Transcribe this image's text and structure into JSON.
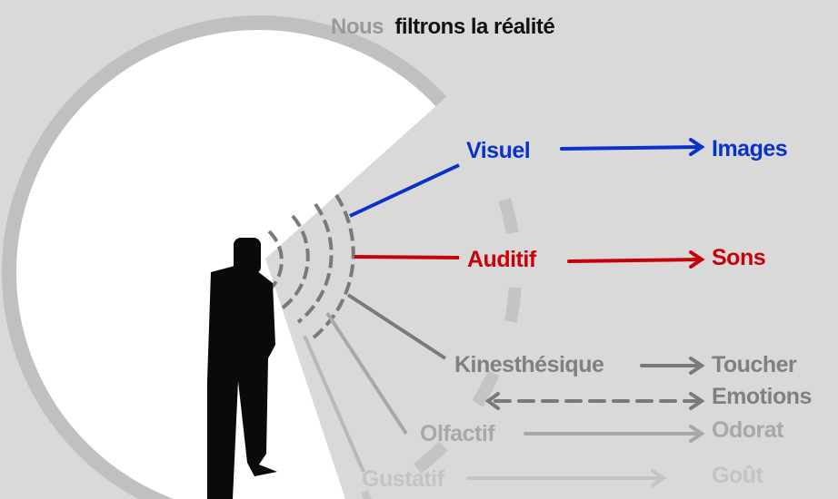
{
  "title": {
    "part1": "Nous",
    "part2": "filtrons la réalité"
  },
  "senses": [
    {
      "name": "Visuel",
      "result": "Images",
      "color": "#0a32c8"
    },
    {
      "name": "Auditif",
      "result": "Sons",
      "color": "#c8000a"
    },
    {
      "name": "Kinesthésique",
      "result": "Toucher",
      "color": "#808080"
    },
    {
      "name": "",
      "result": "Emotions",
      "color": "#808080"
    },
    {
      "name": "Olfactif",
      "result": "Odorat",
      "color": "#a8a8a8"
    },
    {
      "name": "Gustatif",
      "result": "Goût",
      "color": "#c4c4c4"
    }
  ]
}
